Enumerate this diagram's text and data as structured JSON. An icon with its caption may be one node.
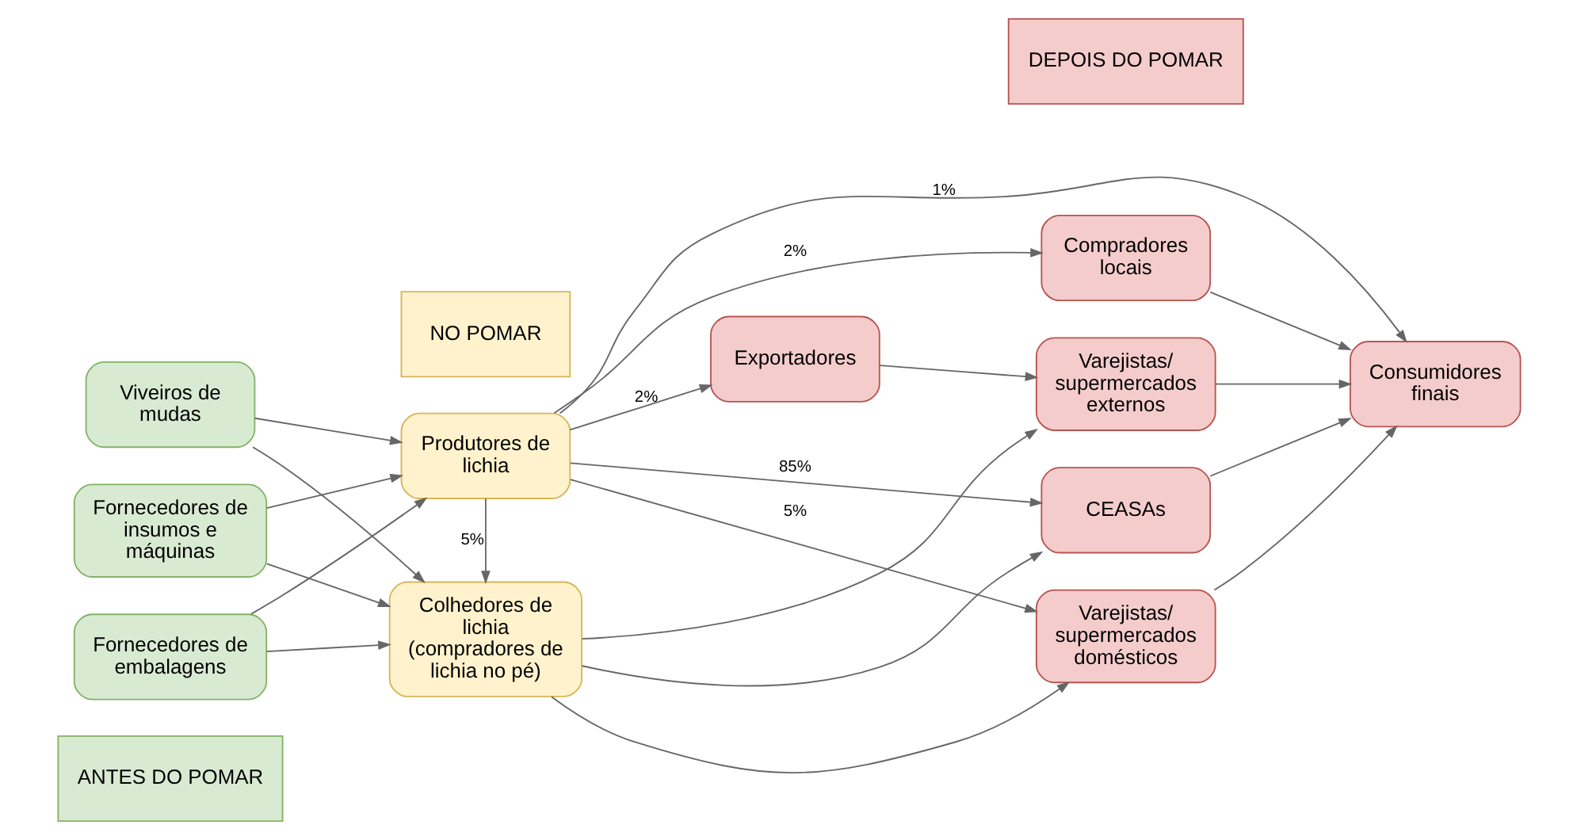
{
  "diagram": {
    "nodes": [
      {
        "text": [
          "ANTES DO POMAR"
        ]
      },
      {
        "text": [
          "NO POMAR"
        ]
      },
      {
        "text": [
          "DEPOIS DO POMAR"
        ]
      },
      {
        "text": [
          "Viveiros de mudas"
        ]
      },
      {
        "text": [
          "Produtores de lichia"
        ]
      },
      {
        "text": [
          "Compradores locais"
        ]
      },
      {
        "text": [
          "CEASAs"
        ]
      },
      {
        "text": [
          "Consumidores finais"
        ]
      },
      {
        "text": [
          "Fornecedores de insumos e máquinas"
        ]
      },
      {
        "text": [
          "Varejistas/ supermercados domésticos"
        ]
      },
      {
        "text": [
          "Colhedores de lichia (compradores de lichia no pé)"
        ]
      },
      {
        "text": [
          "Exportadores"
        ]
      },
      {
        "text": [
          "Varejistas/ supermercados externos"
        ]
      },
      {
        "text": [
          "Fornecedores de embalagens"
        ]
      }
    ],
    "edges": [
      {
        "from": 3,
        "to": 4,
        "arrow": "to"
      },
      {
        "from": 3,
        "to": 10,
        "arrow": "to"
      },
      {
        "from": 8,
        "to": 4,
        "arrow": "to"
      },
      {
        "from": 8,
        "to": 10,
        "arrow": "to"
      },
      {
        "from": 13,
        "to": 4,
        "arrow": "to"
      },
      {
        "from": 13,
        "to": 10,
        "arrow": "to"
      },
      {
        "from": 4,
        "to": 7,
        "arrow": "to",
        "label": "1%"
      },
      {
        "from": 4,
        "to": 5,
        "arrow": "to",
        "label": "2%"
      },
      {
        "from": 4,
        "to": 6,
        "arrow": "to",
        "label": "85%"
      },
      {
        "from": 4,
        "to": 9,
        "arrow": "to",
        "label": "5%"
      },
      {
        "from": 4,
        "to": 11,
        "arrow": "to",
        "label": "2%"
      },
      {
        "from": 4,
        "to": 10,
        "arrow": "to",
        "label": "5%"
      },
      {
        "from": 10,
        "to": 6,
        "arrow": "to"
      },
      {
        "from": 10,
        "to": 9,
        "arrow": "to"
      },
      {
        "from": 10,
        "to": 12,
        "arrow": "to"
      },
      {
        "from": 11,
        "to": 12,
        "arrow": "to"
      },
      {
        "from": 5,
        "to": 7,
        "arrow": "to"
      },
      {
        "from": 6,
        "to": 7,
        "arrow": "to"
      },
      {
        "from": 9,
        "to": 7,
        "arrow": "to"
      },
      {
        "from": 12,
        "to": 7,
        "arrow": "to"
      }
    ]
  }
}
